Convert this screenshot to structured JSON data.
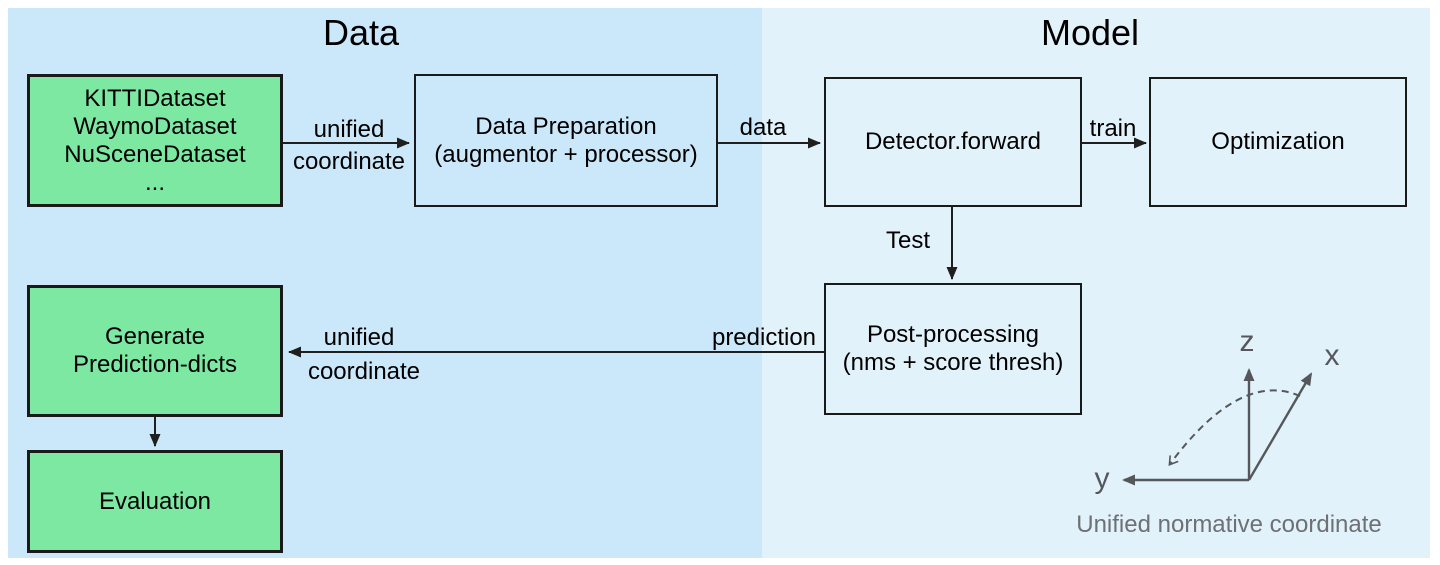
{
  "sections": {
    "data": {
      "title": "Data"
    },
    "model": {
      "title": "Model"
    }
  },
  "nodes": {
    "datasets": {
      "lines": [
        "KITTIDataset",
        "WaymoDataset",
        "NuSceneDataset",
        "..."
      ]
    },
    "data_preparation": {
      "lines": [
        "Data Preparation",
        "(augmentor + processor)"
      ]
    },
    "detector": {
      "lines": [
        "Detector.forward"
      ]
    },
    "optimization": {
      "lines": [
        "Optimization"
      ]
    },
    "post_processing": {
      "lines": [
        "Post-processing",
        "(nms + score thresh)"
      ]
    },
    "generate_prediction_dicts": {
      "lines": [
        "Generate",
        "Prediction-dicts"
      ]
    },
    "evaluation": {
      "lines": [
        "Evaluation"
      ]
    }
  },
  "edge_labels": {
    "datasets_to_preparation": {
      "line1": "unified",
      "line2": "coordinate"
    },
    "preparation_to_detector": "data",
    "detector_to_optimization": "train",
    "detector_to_postprocessing": "Test",
    "postprocessing_to_generate": {
      "prediction": "prediction",
      "line1": "unified",
      "line2": "coordinate"
    }
  },
  "coordinate_figure": {
    "z_label": "z",
    "x_label": "x",
    "y_label": "y",
    "caption": "Unified normative coordinate"
  },
  "colors": {
    "data_region_bg": "#cbe8fa",
    "model_region_bg": "#e2f2fb",
    "node_green_fill": "#7ce8a2",
    "node_border": "#1a1a1a",
    "arrow": "#1f1f1f",
    "axes_gray": "#55575b",
    "caption_gray": "#6e7074"
  }
}
